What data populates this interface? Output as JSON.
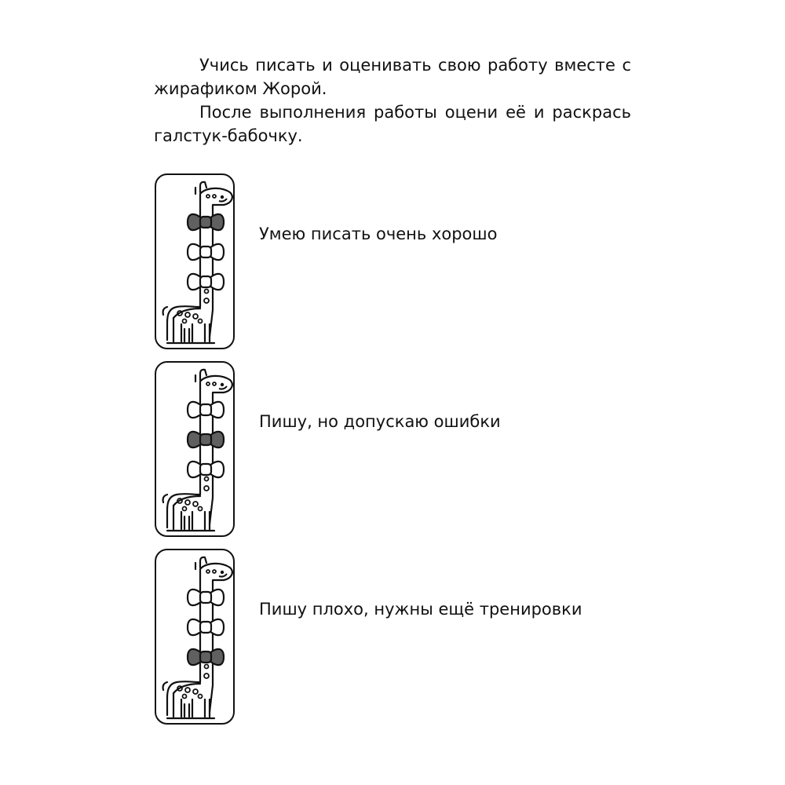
{
  "intro": {
    "line1": "Учись писать и оценивать свою работу вместе с жирафиком Жорой.",
    "line2": "После выполнения работы оцени её и раскрась галстук-бабочку."
  },
  "ratings": [
    {
      "label": "Умею писать очень хорошо",
      "filled_bow": 1
    },
    {
      "label": "Пишу, но допускаю ошибки",
      "filled_bow": 2
    },
    {
      "label": "Пишу плохо, нужны ещё тренировки",
      "filled_bow": 3
    }
  ],
  "colors": {
    "bow_filled": "#606060",
    "bow_empty": "#ffffff",
    "stroke": "#111111"
  }
}
